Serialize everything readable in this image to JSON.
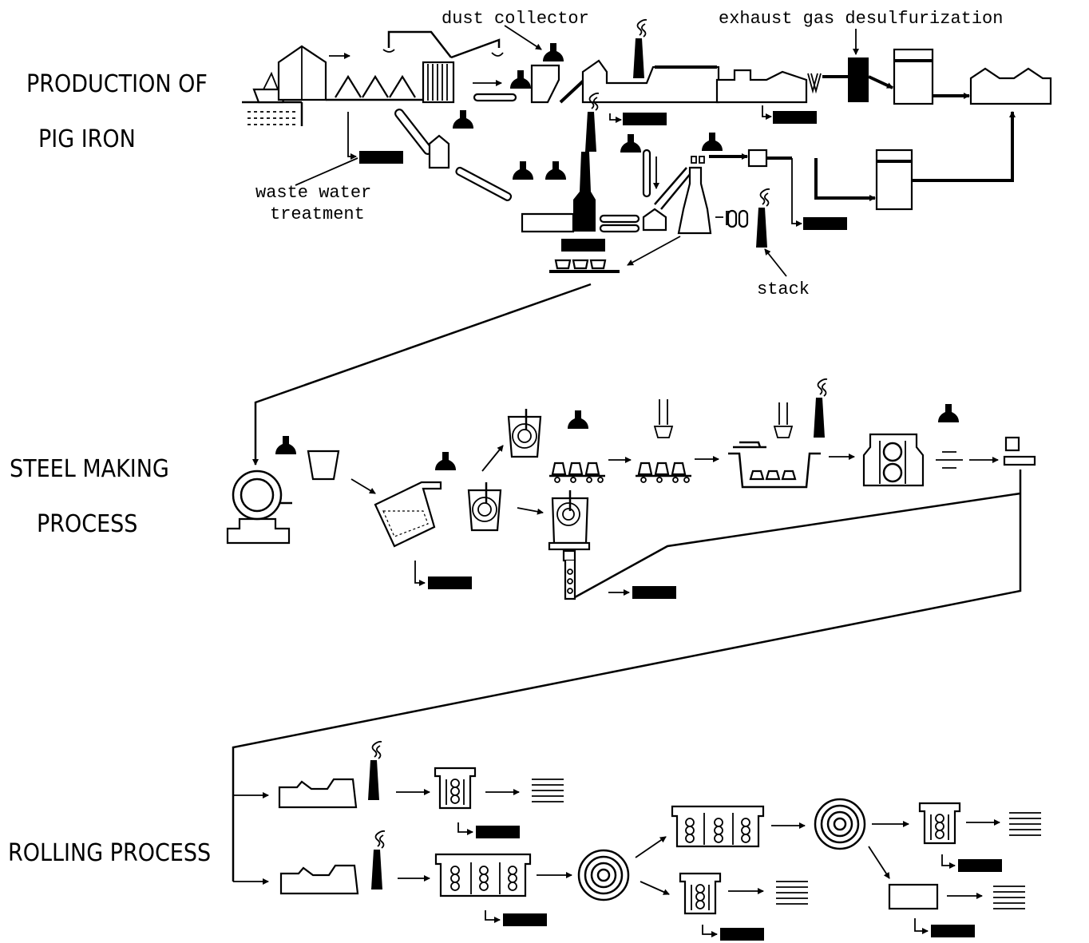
{
  "sections": {
    "pig_iron": [
      "PRODUCTION OF",
      "PIG IRON"
    ],
    "steel_making": [
      "STEEL MAKING",
      "PROCESS"
    ],
    "rolling": [
      "ROLLING PROCESS"
    ]
  },
  "labels": {
    "dust_collector": "dust collector",
    "exhaust_gas": "exhaust gas desulfurization",
    "waste_water_1": "waste water",
    "waste_water_2": "treatment",
    "stack": "stack"
  }
}
